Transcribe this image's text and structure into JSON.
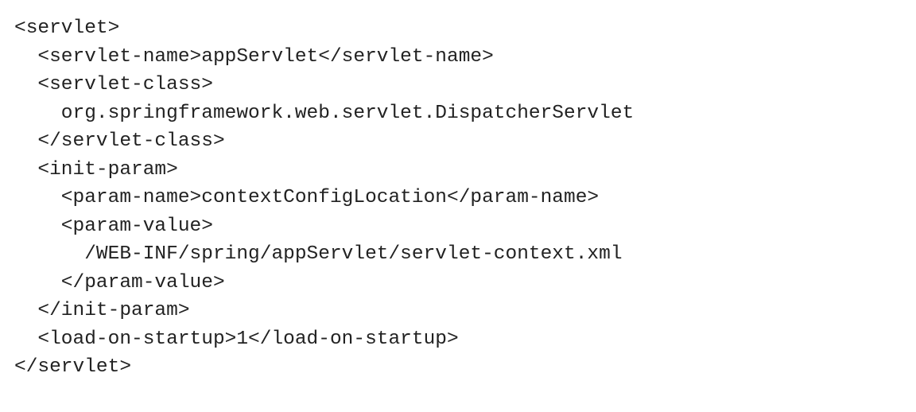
{
  "code": {
    "lines": [
      "<servlet>",
      "  <servlet-name>appServlet</servlet-name>",
      "  <servlet-class>",
      "    org.springframework.web.servlet.DispatcherServlet",
      "  </servlet-class>",
      "  <init-param>",
      "    <param-name>contextConfigLocation</param-name>",
      "    <param-value>",
      "      /WEB-INF/spring/appServlet/servlet-context.xml",
      "    </param-value>",
      "  </init-param>",
      "  <load-on-startup>1</load-on-startup>",
      "</servlet>"
    ]
  }
}
